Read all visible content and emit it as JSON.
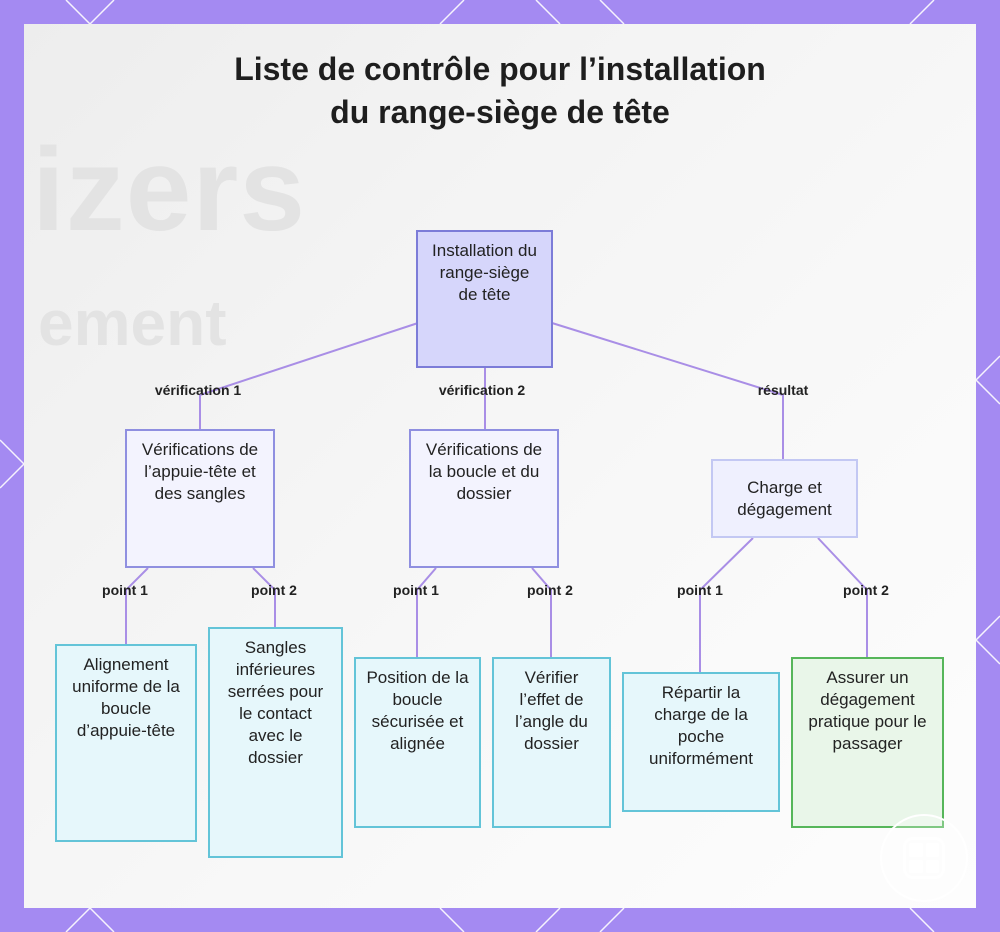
{
  "title": "Liste de contrôle pour l’installation du range-siège de tête",
  "background_text": [
    "izers",
    "ement"
  ],
  "nodes": {
    "root": "Installation du range-siège de tête",
    "mid1": "Vérifications de l’appuie-tête et des sangles",
    "mid2": "Vérifications de la boucle et du dossier",
    "mid3": "Charge et dégagement",
    "leaf1": "Alignement uniforme de la boucle d’appuie-tête",
    "leaf2": "Sangles inférieures serrées pour le contact avec le dossier",
    "leaf3": "Position de la boucle sécurisée et alignée",
    "leaf4": "Vérifier l’effet de l’angle du dossier",
    "leaf5": "Répartir la charge de la poche uniformément",
    "leaf6": "Assurer un dégagement pratique pour le passager"
  },
  "edges": {
    "e1": "vérification 1",
    "e2": "vérification 2",
    "e3": "résultat",
    "e4": "point 1",
    "e5": "point 2",
    "e6": "point 1",
    "e7": "point 2",
    "e8": "point 1",
    "e9": "point 2"
  },
  "colors": {
    "frame": "#a48af2",
    "edge": "#a98ee6",
    "root_fill": "#d6d6fb",
    "mid_fill": "#f3f3fe",
    "leaf_fill": "#e6f7fb",
    "leaf_border": "#63c4d8",
    "green_fill": "#e9f6e9",
    "green_border": "#56b65a"
  },
  "logo_icon": "app-grid-icon"
}
